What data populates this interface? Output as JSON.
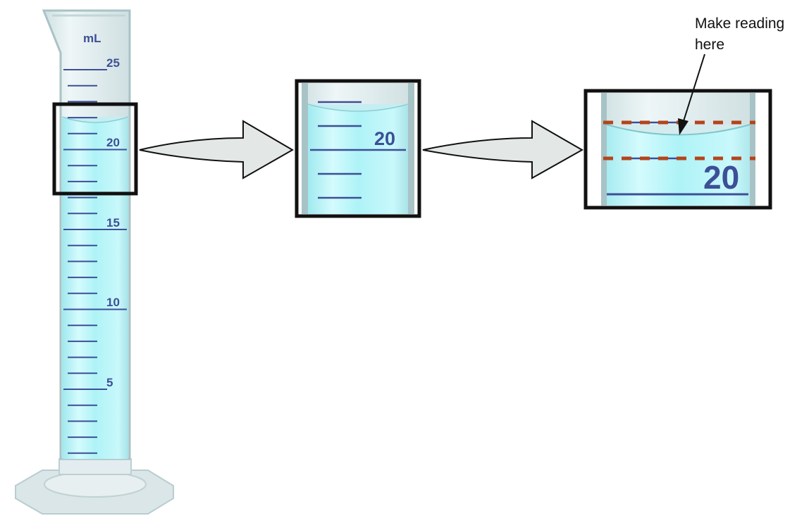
{
  "cylinder": {
    "unit_label": "mL",
    "major_labels": [
      "25",
      "20",
      "15",
      "10",
      "5"
    ],
    "liquid_volume_ml": 20.8
  },
  "zoom_box_1": {
    "scale_label": "20"
  },
  "zoom_box_2": {
    "scale_label": "20"
  },
  "annotation": {
    "line1": "Make reading",
    "line2": "here"
  },
  "colors": {
    "scale": "#3d4f96",
    "liquid": "#b5f3f7",
    "glass": "#d6e6e8",
    "reading_line": "#b5441a",
    "frame": "#111111",
    "arrow_fill": "#e3e8e6"
  }
}
